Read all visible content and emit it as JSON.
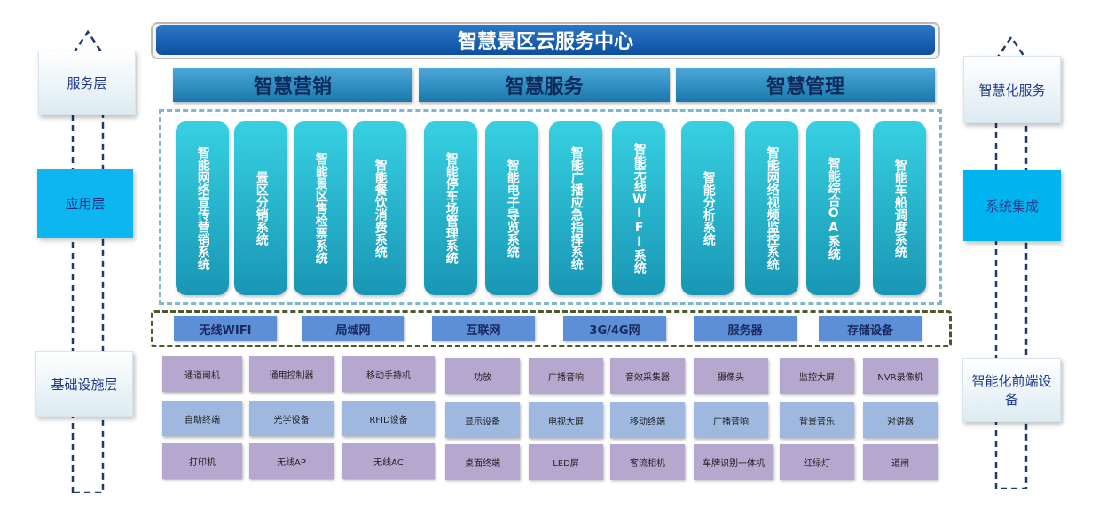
{
  "title": "智慧景区云服务中心",
  "categories": [
    "智慧营销",
    "智慧服务",
    "智慧管理"
  ],
  "left_layers": [
    "服务层",
    "应用层",
    "基础设施层"
  ],
  "right_layers": [
    "智慧化服务",
    "系统集成",
    "智能化前端设备"
  ],
  "apps": [
    "智能网络宣传营销系统",
    "景区分销系统",
    "智能景区售检票系统",
    "智能餐饮消费系统",
    "智能停车场管理系统",
    "智能电子导览系统",
    "智能广播应急指挥系统",
    "智能无线WIFI系统",
    "智能分析系统",
    "智能网络视频监控系统",
    "智能综合OA系统",
    "智能车船调度系统"
  ],
  "network": [
    "无线WIFI",
    "局域网",
    "互联网",
    "3G/4G网",
    "服务器",
    "存储设备"
  ],
  "devices": [
    [
      "通道闸机",
      "通用控制器",
      "移动手持机",
      "功放",
      "广播音响",
      "音效采集器",
      "摄像头",
      "监控大屏",
      "NVR录像机"
    ],
    [
      "自助终端",
      "光学设备",
      "RFID设备",
      "显示设备",
      "电视大屏",
      "移动终端",
      "广播音响",
      "背景音乐",
      "对讲器"
    ],
    [
      "打印机",
      "无线AP",
      "无线AC",
      "桌面终端",
      "LED屏",
      "客流相机",
      "车牌识别一体机",
      "红绿灯",
      "道闸"
    ]
  ],
  "colors": {
    "title_bar": "#1a5fb0",
    "app": "#2bb6cf",
    "network": "#5d8fd6",
    "device_purple": "#b6a7cf",
    "device_blue": "#9fb8df",
    "layer_bright": "#0db6f0"
  }
}
